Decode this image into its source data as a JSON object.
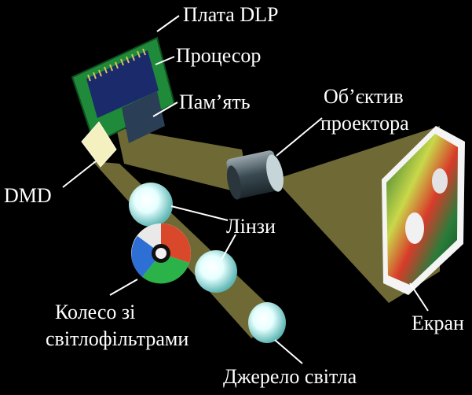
{
  "labels": {
    "board": "Плата DLP",
    "processor": "Процесор",
    "memory": "Пам’ять",
    "lens_line1": "Об’єктив",
    "lens_line2": "проектора",
    "dmd": "DMD",
    "lenses": "Лінзи",
    "wheel_line1": "Колесо зі",
    "wheel_line2": "світлофільтрами",
    "screen": "Екран",
    "light_source": "Джерело світла"
  },
  "colors": {
    "background": "#000000",
    "board": "#1f8a3a",
    "beam": "#6f6a35",
    "label_text": "#ffffff",
    "wheel_segments": [
      "#d9482a",
      "#2bb34a",
      "#2e6fd6",
      "#e9e9e9"
    ]
  }
}
